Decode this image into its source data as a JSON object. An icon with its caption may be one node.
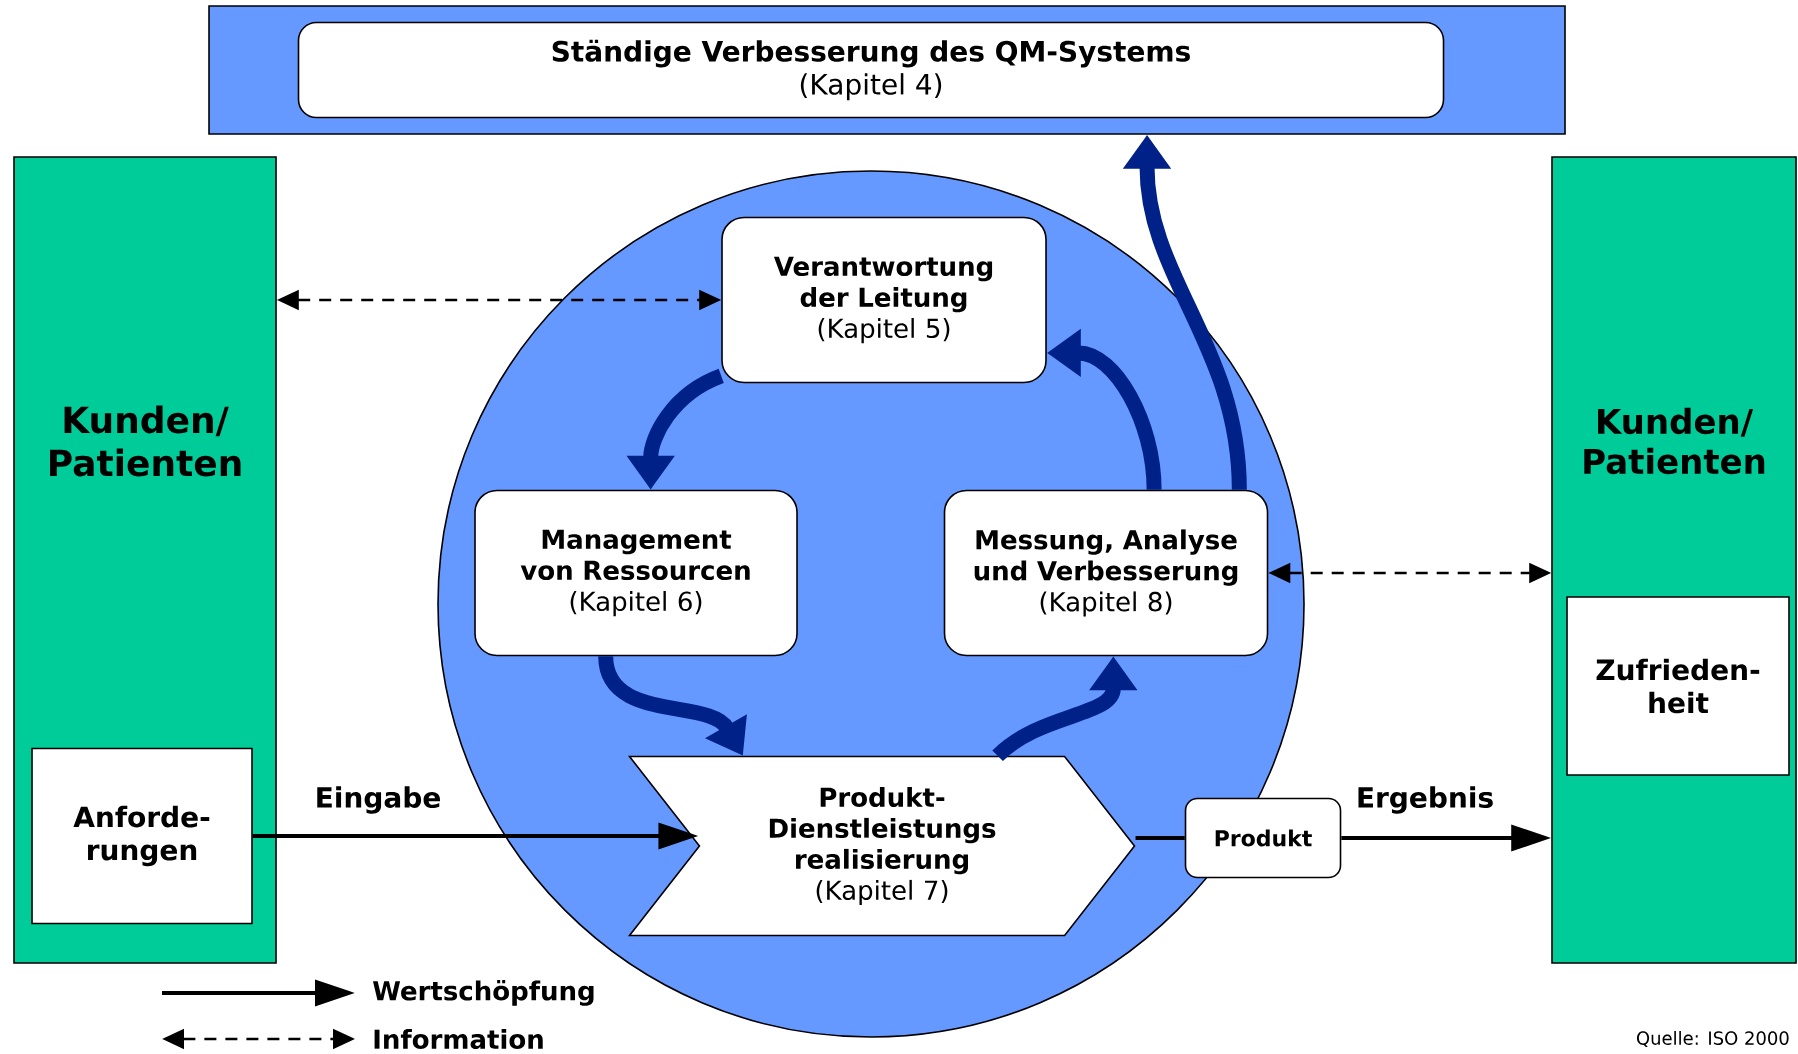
{
  "diagram": {
    "nodes": [
      {
        "text": [],
        "shape": "box"
      },
      {
        "text": [
          "Ständige Verbesserung des QM-Systems",
          "(Kapitel 4)"
        ],
        "in": 0
      },
      {
        "text": [
          "Kunden/ Patienten"
        ]
      },
      {
        "text": [
          "Anforde- rungen"
        ],
        "in": 2
      },
      {
        "text": [],
        "shape": "circle"
      },
      {
        "text": [
          "Verantwortung der Leitung",
          "(Kapitel 5)"
        ],
        "in": 4
      },
      {
        "text": [
          "Management von Ressourcen",
          "(Kapitel 6)"
        ],
        "in": 4
      },
      {
        "text": [
          "Messung, Analyse und Verbesserung",
          "(Kapitel 8)"
        ],
        "in": 4
      },
      {
        "text": [
          "Produkt- Dienstleistungs realisierung",
          "(Kapitel 7)"
        ],
        "in": 4
      },
      {
        "text": [
          "Produkt"
        ]
      },
      {
        "text": [
          "Kunden/ Patienten"
        ]
      },
      {
        "text": [
          "Zufrieden- heit"
        ],
        "in": 10
      }
    ],
    "edges": [
      {
        "from": 2,
        "to": 5,
        "arrow": "both",
        "style": "dashed"
      },
      {
        "from": 7,
        "to": 10,
        "arrow": "both",
        "style": "dashed"
      },
      {
        "from": 3,
        "to": 8,
        "arrow": "to",
        "label": "Eingabe"
      },
      {
        "from": 8,
        "to": 9,
        "arrow": "none"
      },
      {
        "from": 9,
        "to": 10,
        "arrow": "to",
        "label": "Ergebnis"
      },
      {
        "from": 5,
        "to": 6,
        "arrow": "to",
        "style": "thick",
        "color": "#002288"
      },
      {
        "from": 6,
        "to": 8,
        "arrow": "to",
        "style": "thick",
        "color": "#002288"
      },
      {
        "from": 8,
        "to": 7,
        "arrow": "to",
        "style": "thick",
        "color": "#002288"
      },
      {
        "from": 7,
        "to": 5,
        "arrow": "to",
        "style": "thick",
        "color": "#002288"
      },
      {
        "from": 7,
        "to": 0,
        "arrow": "to",
        "style": "thick",
        "color": "#002288"
      }
    ],
    "labels": [
      "Quelle: ISO 2000"
    ],
    "legend": [
      {
        "text": "Wertschöpfung"
      },
      {
        "text": "Information"
      }
    ]
  }
}
